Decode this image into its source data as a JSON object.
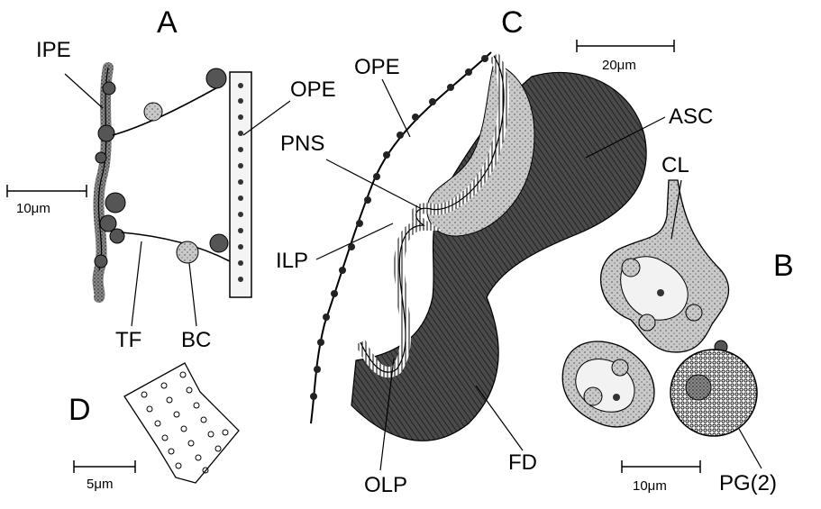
{
  "panels": {
    "a": "A",
    "b": "B",
    "c": "C",
    "d": "D"
  },
  "labels": {
    "ipe": "IPE",
    "ope_a": "OPE",
    "tf": "TF",
    "bc": "BC",
    "ope_c": "OPE",
    "pns": "PNS",
    "ilp": "ILP",
    "olp": "OLP",
    "fd": "FD",
    "asc": "ASC",
    "cl": "CL",
    "pg": "PG(2)"
  },
  "scale_bars": {
    "a": "10μm",
    "c": "20μm",
    "b": "10μm",
    "d": "5μm"
  }
}
